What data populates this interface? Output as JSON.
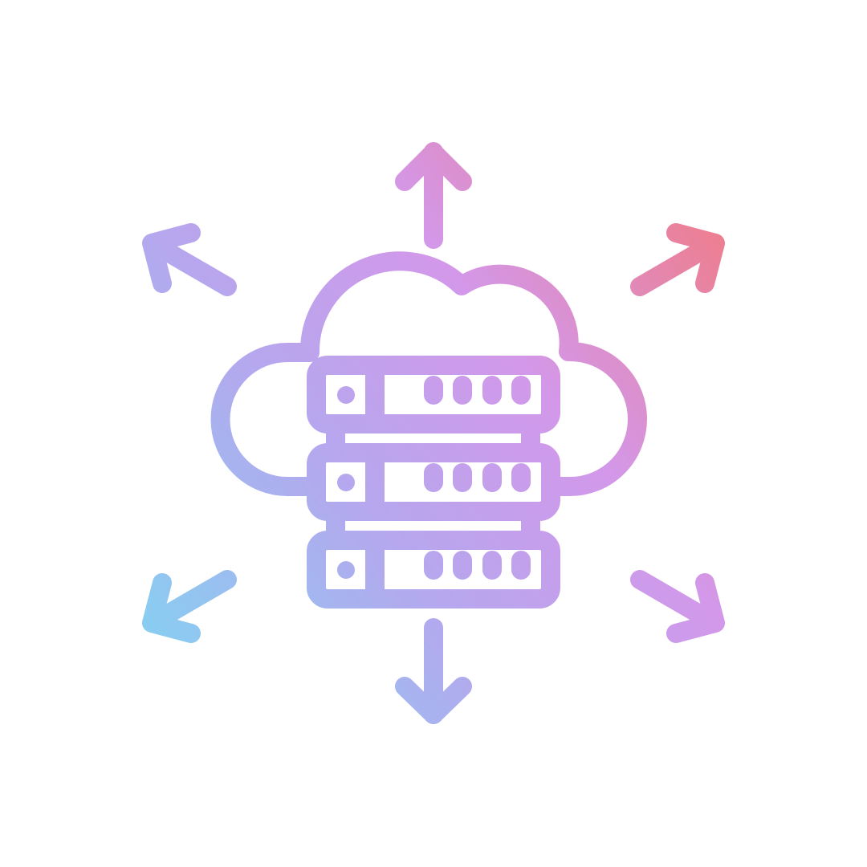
{
  "icon": {
    "name": "cloud-server-distribution-icon",
    "description_visible_text": "",
    "elements": [
      "cloud",
      "server-rack",
      "server-unit-top",
      "server-unit-middle",
      "server-unit-bottom",
      "arrow-up",
      "arrow-down",
      "arrow-up-left",
      "arrow-up-right",
      "arrow-down-left",
      "arrow-down-right"
    ]
  },
  "colors": {
    "gradient_stop_1": "#7fd6f2",
    "gradient_stop_2": "#b4a8ee",
    "gradient_stop_3": "#d398ea",
    "gradient_stop_4": "#f07b86",
    "background": "#ffffff"
  }
}
